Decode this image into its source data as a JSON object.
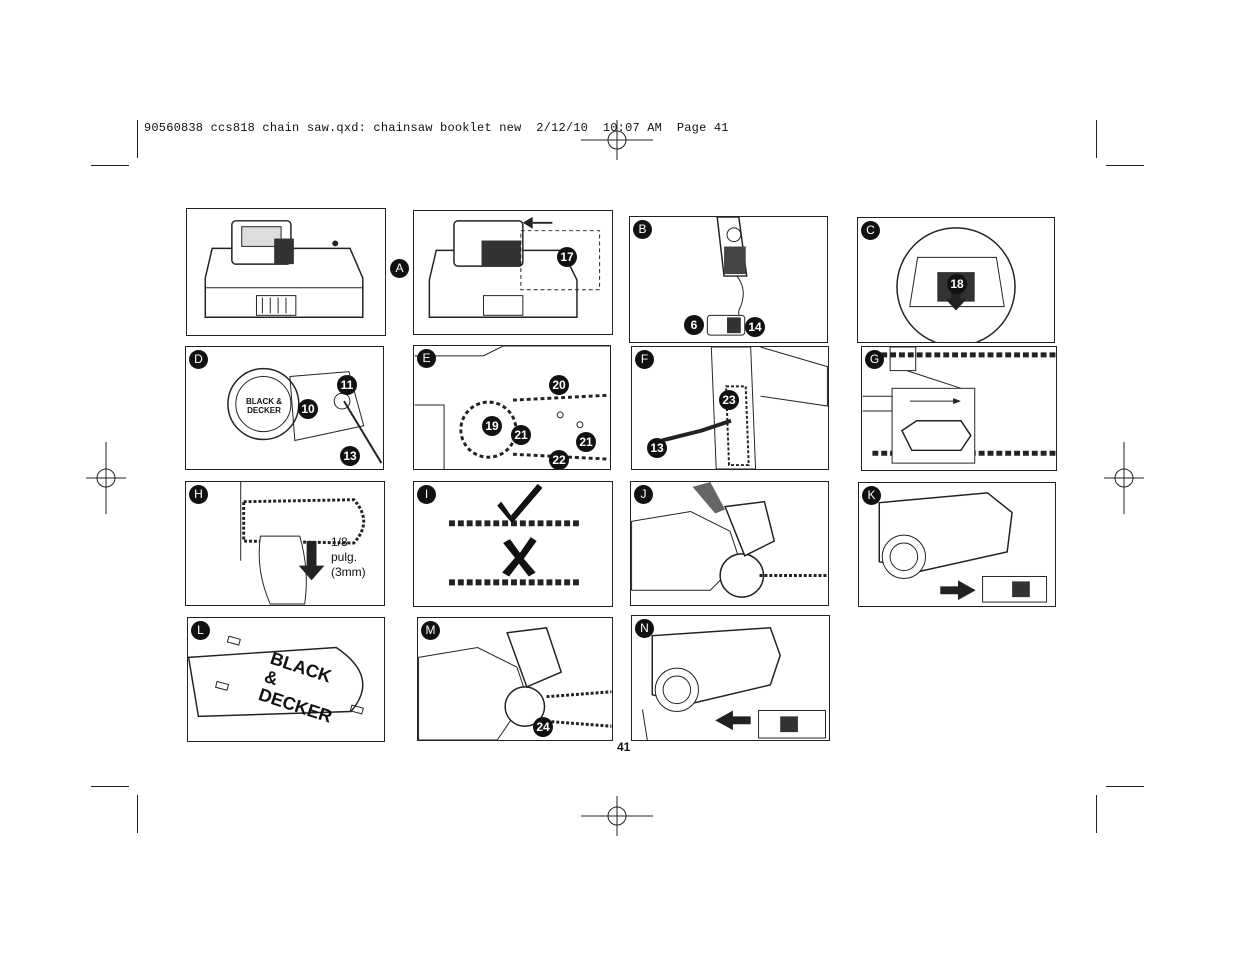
{
  "header": {
    "slug": "90560838 ccs818 chain saw.qxd: chainsaw booklet new  2/12/10  10:07 AM  Page 41"
  },
  "page_number": "41",
  "panels": {
    "a": {
      "letter": "A",
      "callout": "17"
    },
    "b": {
      "letter": "B",
      "callouts": [
        "6",
        "14"
      ]
    },
    "c": {
      "letter": "C",
      "callout": "18"
    },
    "d": {
      "letter": "D",
      "callouts": [
        "11",
        "10",
        "13"
      ],
      "logo_text": "BLACK & DECKER"
    },
    "e": {
      "letter": "E",
      "callouts": [
        "20",
        "19",
        "21",
        "21",
        "22"
      ]
    },
    "f": {
      "letter": "F",
      "callouts": [
        "23",
        "13"
      ]
    },
    "g": {
      "letter": "G"
    },
    "h": {
      "letter": "H",
      "measure": "1/8\npulg.\n(3mm)"
    },
    "i": {
      "letter": "I"
    },
    "j": {
      "letter": "J"
    },
    "k": {
      "letter": "K"
    },
    "l": {
      "letter": "L",
      "logo_text": "BLACK & DECKER"
    },
    "m": {
      "letter": "M",
      "callout": "24"
    },
    "n": {
      "letter": "N"
    }
  },
  "icons": [
    "registration-mark-icon",
    "check-mark-icon",
    "x-mark-icon",
    "arrow-icon"
  ]
}
